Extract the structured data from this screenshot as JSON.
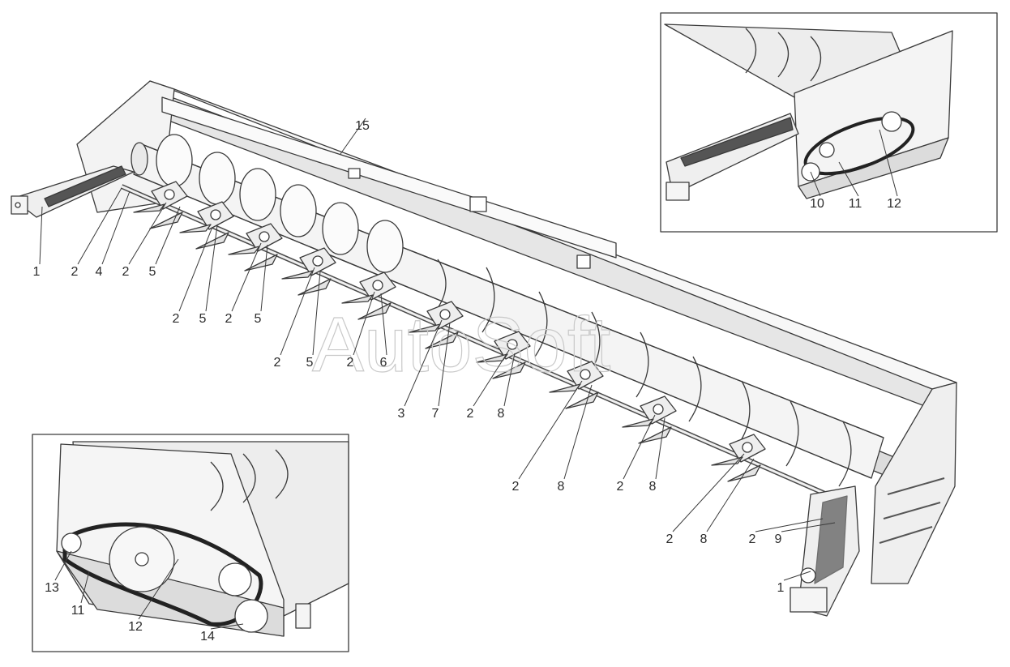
{
  "watermark": "AutoSoft",
  "main_labels": [
    "1",
    "2",
    "4",
    "2",
    "5",
    "2",
    "5",
    "2",
    "5",
    "2",
    "5",
    "2",
    "6",
    "3",
    "7",
    "2",
    "8",
    "2",
    "8",
    "2",
    "8",
    "2",
    "8",
    "2",
    "9",
    "1",
    "15"
  ],
  "inset_top_labels": [
    "10",
    "11",
    "12"
  ],
  "inset_bottom_labels": [
    "13",
    "11",
    "12",
    "14"
  ],
  "colors": {
    "line": "#3a3a3a",
    "fill": "#f3f3f3",
    "shade": "#dcdcdc",
    "dark": "#555555",
    "text": "#2b2b2b"
  }
}
